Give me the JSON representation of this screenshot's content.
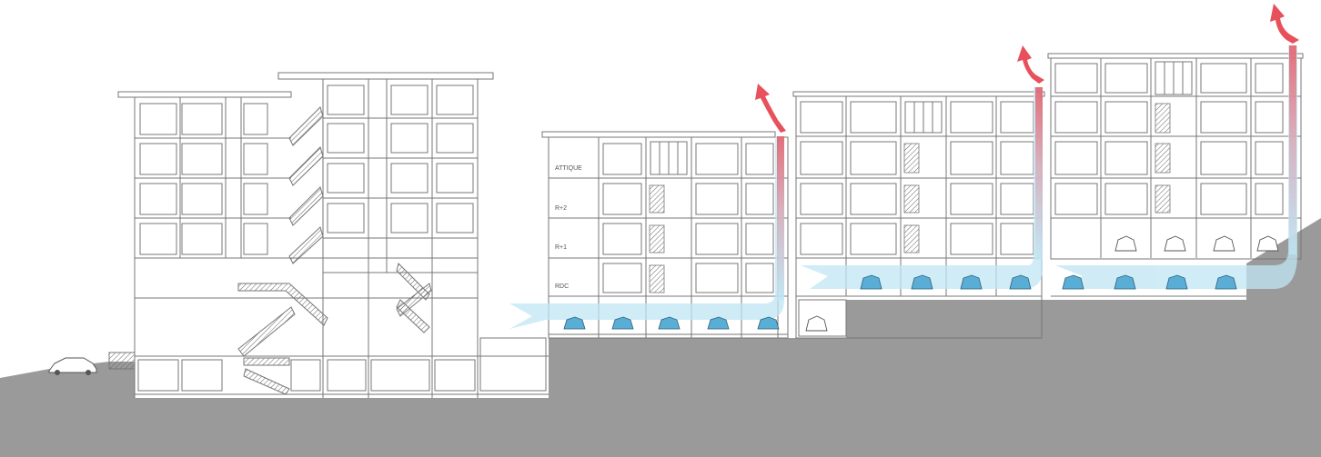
{
  "floor_labels": {
    "attique": "ATTIQUE",
    "r2": "R+2",
    "r1": "R+1",
    "rdc": "RDC"
  },
  "colors": {
    "ground": "#9a9a9a",
    "ventilation_flow": "#bfe6f4",
    "car_fill": "#5aaed6",
    "exhaust": "#e8505b",
    "wall": "#777777"
  },
  "icons": [
    "car-icon",
    "exhaust-arrow-icon",
    "ventilation-flow",
    "staircase"
  ]
}
